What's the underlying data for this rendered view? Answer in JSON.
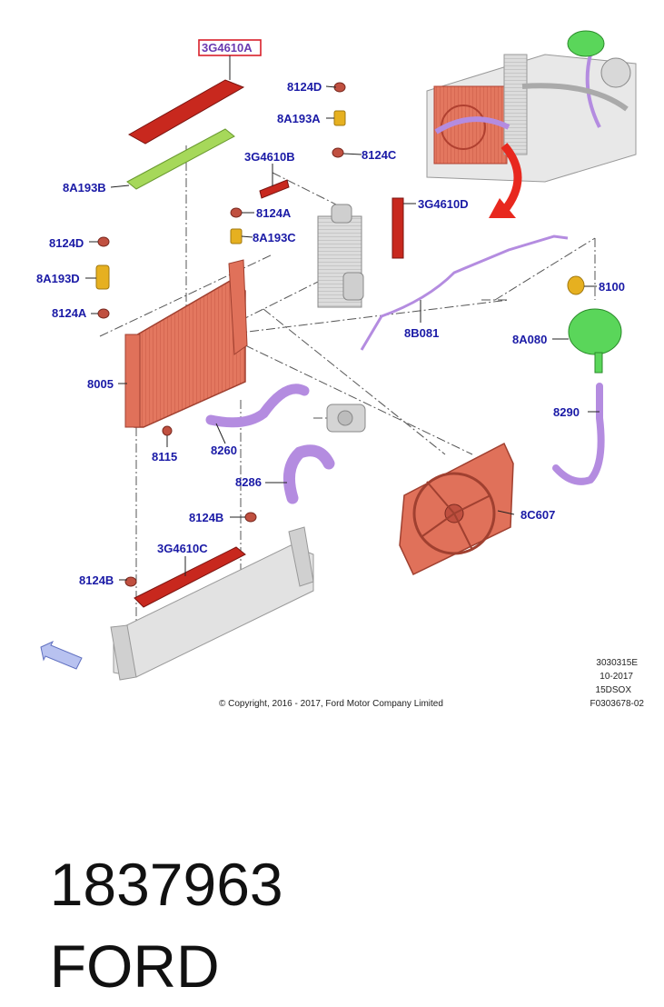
{
  "callouts": {
    "radiator_top_seal": "3G4610A",
    "seal_left_lower": "8A193B",
    "bracket_d_top": "8124D",
    "bracket_a_top": "8A193A",
    "bracket_c_top": "8124C",
    "seal_b_small": "3G4610B",
    "bracket_a_mid": "8124A",
    "bracket_c_mid": "8A193C",
    "seal_d_vertical": "3G4610D",
    "bracket_d_left": "8124D",
    "seal_d_left": "8A193D",
    "bracket_a_left": "8124A",
    "hose_8b081": "8B081",
    "cap": "8100",
    "reservoir": "8A080",
    "radiator": "8005",
    "hose_8290": "8290",
    "drain_plug": "8115",
    "hose_8260": "8260",
    "hose_8286": "8286",
    "fan_shroud": "8C607",
    "bracket_b_right": "8124B",
    "seal_c_bottom": "3G4610C",
    "bracket_b_left": "8124B"
  },
  "meta": {
    "code": "3030315E",
    "date": "10-2017",
    "model": "15DSOX",
    "figure": "F0303678-02",
    "copyright": "© Copyright, 2016 - 2017, Ford Motor Company Limited"
  },
  "caption": {
    "part_number": "1837963",
    "brand": "FORD"
  },
  "colors": {
    "radiator": "#e0715a",
    "seal_red": "#c8281e",
    "seal_green": "#a6d85a",
    "hose_purple": "#b48ce0",
    "reservoir_green": "#5ad65a",
    "bracket_gold": "#e6b020",
    "callout_text": "#1a1aa6",
    "highlight_box": "#d8202a",
    "arrow_red": "#e8281e",
    "frame_grey": "#c8c8c8"
  }
}
